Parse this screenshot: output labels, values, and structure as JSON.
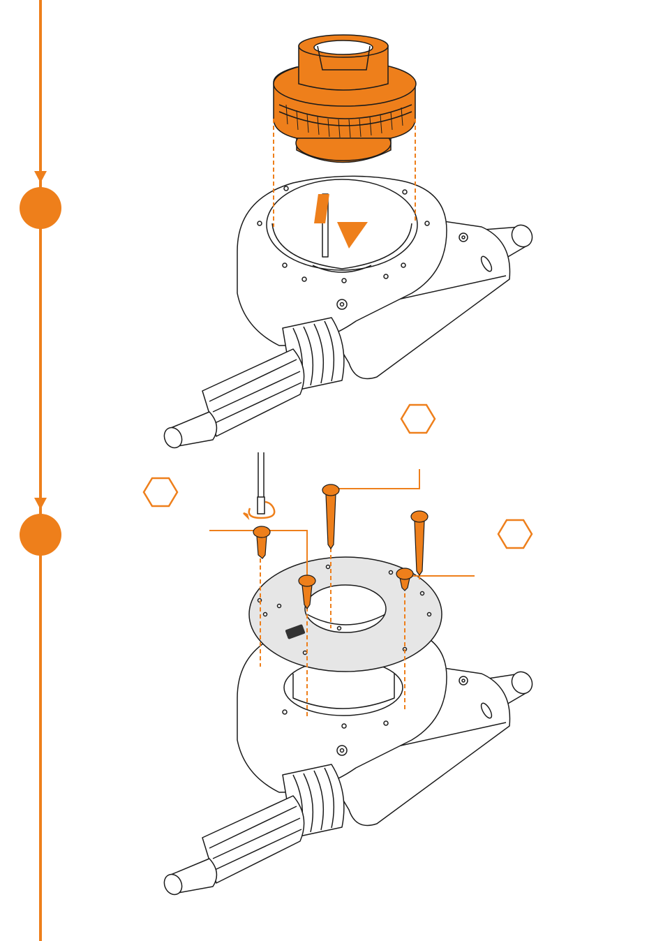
{
  "accent_color": "#EE7F1B",
  "line_color": "#1a1a1a",
  "timeline": {
    "steps": [
      {
        "label": ""
      },
      {
        "label": ""
      }
    ]
  },
  "step1": {
    "parts": [
      "worm-gear",
      "gearbox-housing",
      "insertion-arrow"
    ],
    "hex_callouts": [
      {
        "label": ""
      }
    ]
  },
  "step2": {
    "parts": [
      "mounting-plate",
      "screw",
      "screw",
      "screw",
      "screw",
      "hex-screwdriver",
      "rotation-arrow",
      "gearbox-housing"
    ],
    "hex_callouts": [
      {
        "label": ""
      },
      {
        "label": ""
      }
    ]
  },
  "icons": [
    "hex-callout-icon",
    "rotate-cw-icon",
    "down-arrow-icon",
    "screwdriver-icon",
    "step-dot-icon"
  ]
}
